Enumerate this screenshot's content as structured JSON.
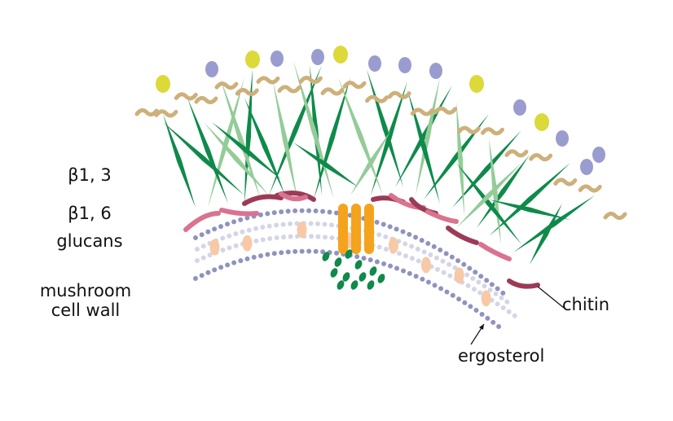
{
  "labels": {
    "beta13": "β1, 3",
    "beta16": "β1, 6",
    "glucans": "glucans",
    "mushroom": "mushroom",
    "cell_wall": "cell wall",
    "chitin": "chitin",
    "ergosterol": "ergosterol"
  },
  "colors": {
    "membrane_dark": "#8f93bd",
    "membrane_light": "#d4d6e6",
    "ergosterol": "#f8c9a6",
    "protein": "#f5a31c",
    "green_dark": "#0f8a4a",
    "green_light": "#93cc98",
    "chitin_pink": "#d9738f",
    "chitin_dark": "#9c3b57",
    "mannan_tan": "#cdb07a",
    "yellow": "#dcd93a",
    "purple": "#9a9ccf"
  }
}
